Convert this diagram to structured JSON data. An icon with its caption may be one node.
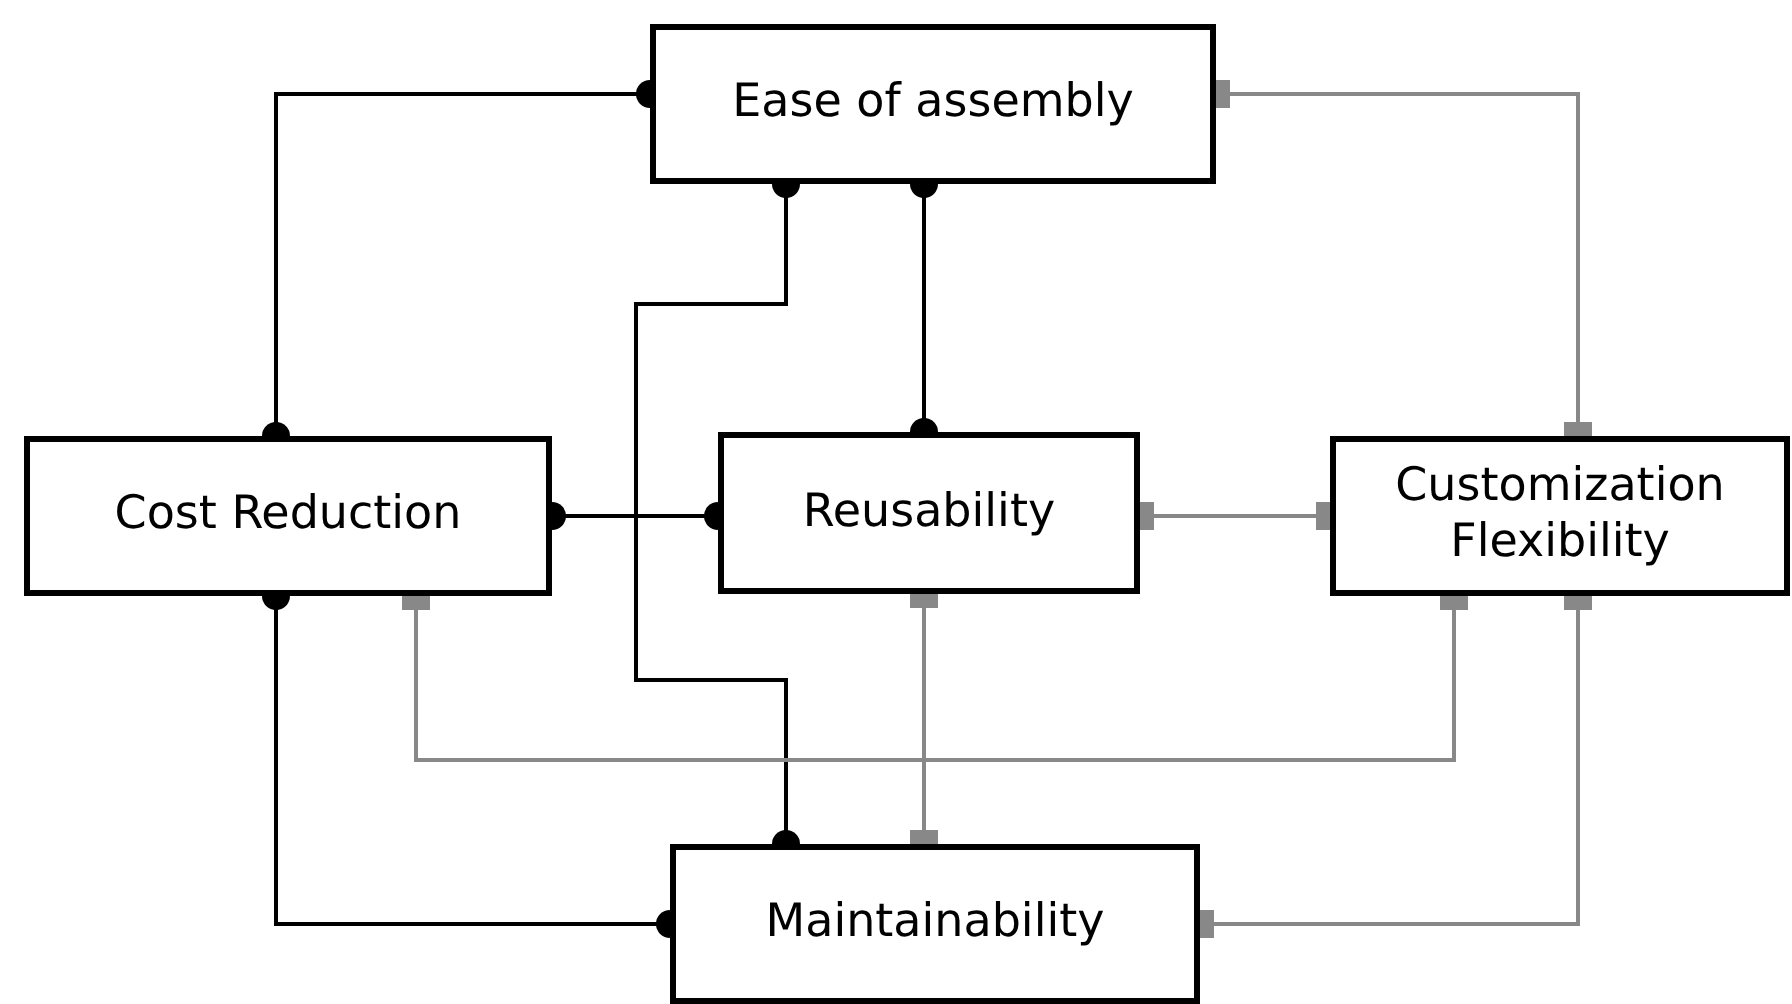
{
  "diagram": {
    "nodes": [
      {
        "text": [
          "Ease of assembly"
        ]
      },
      {
        "text": [
          "Cost Reduction"
        ]
      },
      {
        "text": [
          "Reusability"
        ]
      },
      {
        "text": [
          "Customization Flexibility"
        ]
      },
      {
        "text": [
          "Maintainability"
        ]
      }
    ],
    "edges": [
      {
        "from": 0,
        "to": 1,
        "arrow": "other"
      },
      {
        "from": 0,
        "to": 2,
        "arrow": "other"
      },
      {
        "from": 0,
        "to": 4,
        "arrow": "other"
      },
      {
        "from": 1,
        "to": 2,
        "arrow": "other"
      },
      {
        "from": 1,
        "to": 4,
        "arrow": "other"
      },
      {
        "from": 0,
        "to": 3,
        "arrow": "other",
        "color": "#888888"
      },
      {
        "from": 2,
        "to": 3,
        "arrow": "other",
        "color": "#888888"
      },
      {
        "from": 2,
        "to": 4,
        "arrow": "other",
        "color": "#888888"
      },
      {
        "from": 1,
        "to": 3,
        "arrow": "other",
        "color": "#888888"
      },
      {
        "from": 3,
        "to": 4,
        "arrow": "other",
        "color": "#888888"
      }
    ]
  }
}
